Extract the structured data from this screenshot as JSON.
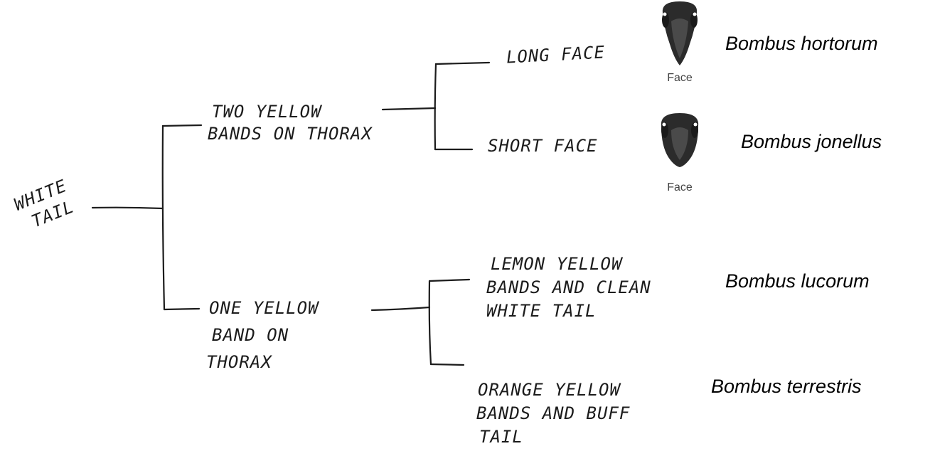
{
  "root": {
    "lines": [
      "WHITE",
      "TAIL"
    ]
  },
  "branch_two_bands": {
    "lines": [
      "TWO YELLOW",
      "BANDS ON THORAX"
    ]
  },
  "branch_one_band": {
    "lines": [
      "ONE YELLOW",
      "BAND ON",
      "THORAX"
    ]
  },
  "leaf_long_face": {
    "text": "LONG FACE",
    "face_caption": "Face",
    "species": "Bombus hortorum",
    "face_icon": "bumblebee-long-face-icon"
  },
  "leaf_short_face": {
    "text": "SHORT FACE",
    "face_caption": "Face",
    "species": "Bombus jonellus",
    "face_icon": "bumblebee-short-face-icon"
  },
  "leaf_lemon": {
    "lines": [
      "LEMON YELLOW",
      "BANDS AND CLEAN",
      "WHITE TAIL"
    ],
    "species": "Bombus lucorum"
  },
  "leaf_orange": {
    "lines": [
      "ORANGE YELLOW",
      "BANDS AND BUFF",
      "TAIL"
    ],
    "species": "Bombus terrestris"
  },
  "colors": {
    "ink": "#1c1c1c",
    "face_dark": "#2b2b2b",
    "face_mid": "#4a4a4a"
  }
}
